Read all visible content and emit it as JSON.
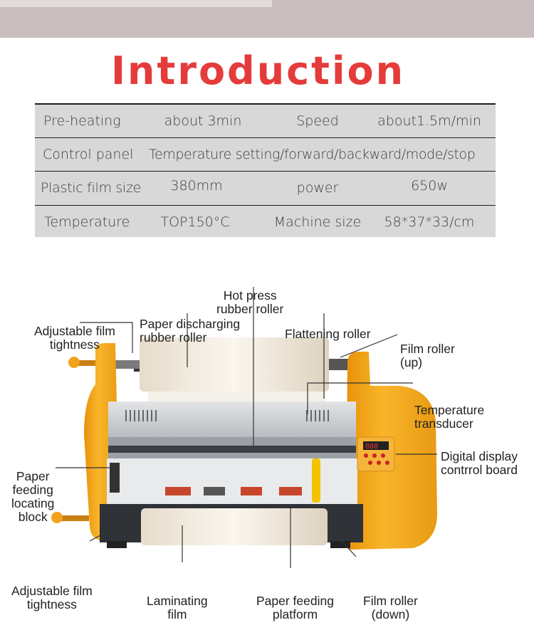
{
  "title": "Introduction",
  "colors": {
    "title": "#e63b3b",
    "table_bg": "#d8d8d8",
    "machine_body": "#f5a623",
    "top_band": "#c9bdbd"
  },
  "specs": [
    {
      "k1": "Pre-heating",
      "v1": "about 3min",
      "k2": "Speed",
      "v2": "about1.5m/min"
    },
    {
      "k1": "Control panel",
      "v1": "Temperature setting/forward/backward/mode/stop"
    },
    {
      "k1": "Plastic film size",
      "v1": "380mm",
      "k2": "power",
      "v2": "650w"
    },
    {
      "k1": "Temperature",
      "v1": "TOP150°C",
      "k2": "Machine size",
      "v2": "58*37*33/cm"
    }
  ],
  "labels": {
    "hot_press_1": "Hot press",
    "hot_press_2": "rubber roller",
    "paper_discharging_1": "Paper discharging",
    "paper_discharging_2": "rubber roller",
    "adjustable_top_1": "Adjustable film",
    "adjustable_top_2": "tightness",
    "flattening": "Flattening roller",
    "film_up_1": "Film roller",
    "film_up_2": "(up)",
    "temp_1": "Temperature",
    "temp_2": "transducer",
    "digital_1": "Digital display",
    "digital_2": "contrrol board",
    "paper_feeding_block_1": "Paper",
    "paper_feeding_block_2": "feeding",
    "paper_feeding_block_3": "locating",
    "paper_feeding_block_4": "block",
    "adjustable_bottom_1": "Adjustable film",
    "adjustable_bottom_2": "tightness",
    "laminating_1": "Laminating",
    "laminating_2": "film",
    "platform_1": "Paper feeding",
    "platform_2": "platform",
    "film_down_1": "Film roller",
    "film_down_2": "(down)"
  }
}
